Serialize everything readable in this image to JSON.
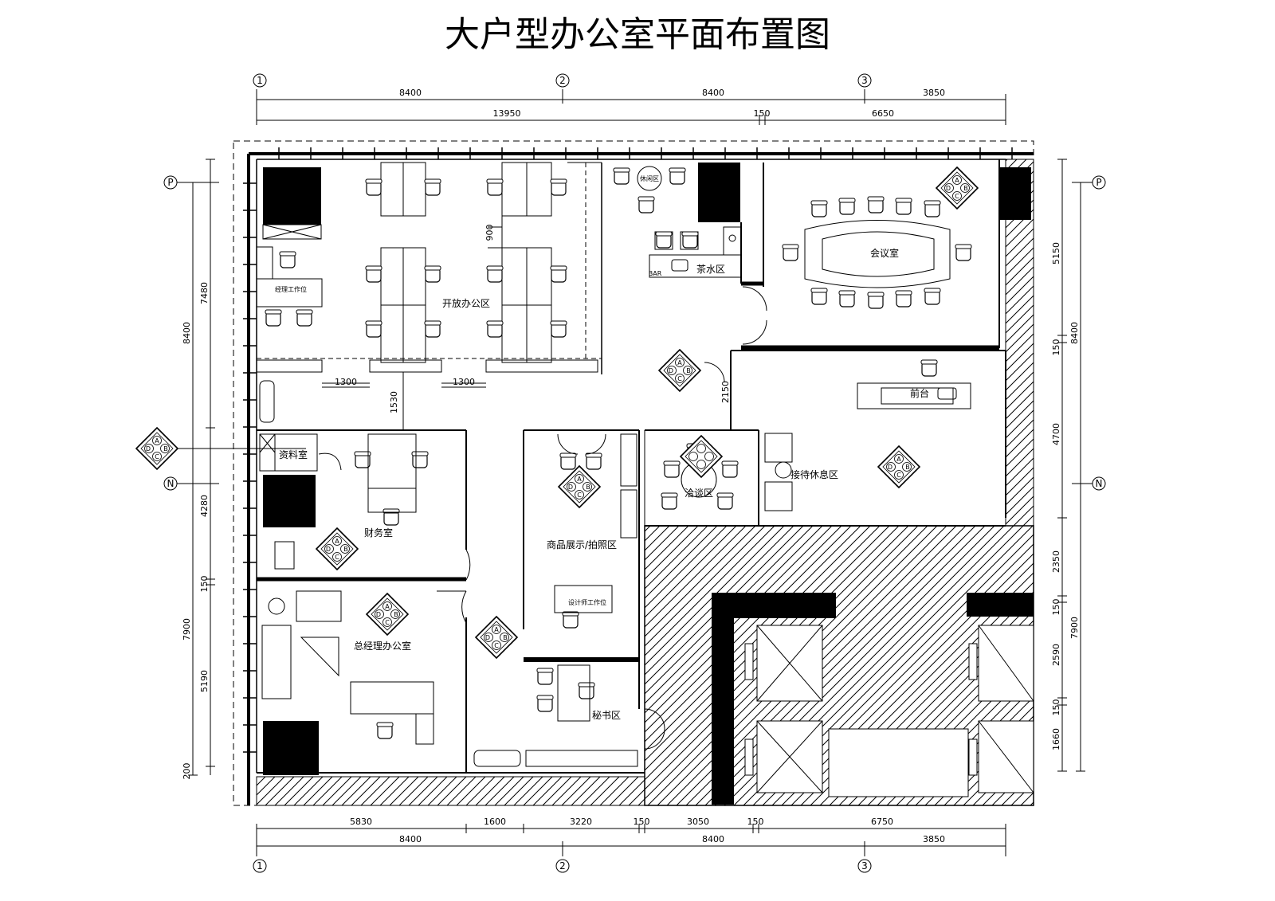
{
  "title": "大户型办公室平面布置图",
  "axes": {
    "columns": [
      "1",
      "2",
      "3"
    ],
    "rows": [
      "P",
      "N"
    ]
  },
  "dims": {
    "top_row1": [
      "8400",
      "8400",
      "3850"
    ],
    "top_row2": [
      "13950",
      "150",
      "6650"
    ],
    "bottom_row1": [
      "5830",
      "1600",
      "3220",
      "150",
      "3050",
      "150",
      "6750"
    ],
    "bottom_row2": [
      "8400",
      "8400",
      "3850"
    ],
    "left_outer": [
      "8400",
      "7900"
    ],
    "left_inner": [
      "7480",
      "4280",
      "150",
      "5190",
      "200"
    ],
    "right_outer": [
      "8400",
      "7900"
    ],
    "right_inner": [
      "5150",
      "150",
      "4700",
      "2350",
      "150",
      "2590",
      "150",
      "1660"
    ],
    "inner": [
      "900",
      "1300",
      "1300",
      "1530",
      "2150"
    ]
  },
  "rooms": {
    "open_office": "开放办公区",
    "manager_station": "经理工作位",
    "rest_area": "休闲区",
    "tea_area": "茶水区",
    "bar": "BAR",
    "meeting_room": "会议室",
    "reception": "前台",
    "archive": "资料室",
    "finance": "财务室",
    "gm_office": "总经理办公室",
    "product_display": "商品展示/拍照区",
    "designer_station": "设计师工作位",
    "negotiation": "洽谈区",
    "waiting_area": "接待休息区",
    "secretary": "秘书区"
  },
  "symbol_letters": [
    "A",
    "B",
    "C",
    "D"
  ]
}
